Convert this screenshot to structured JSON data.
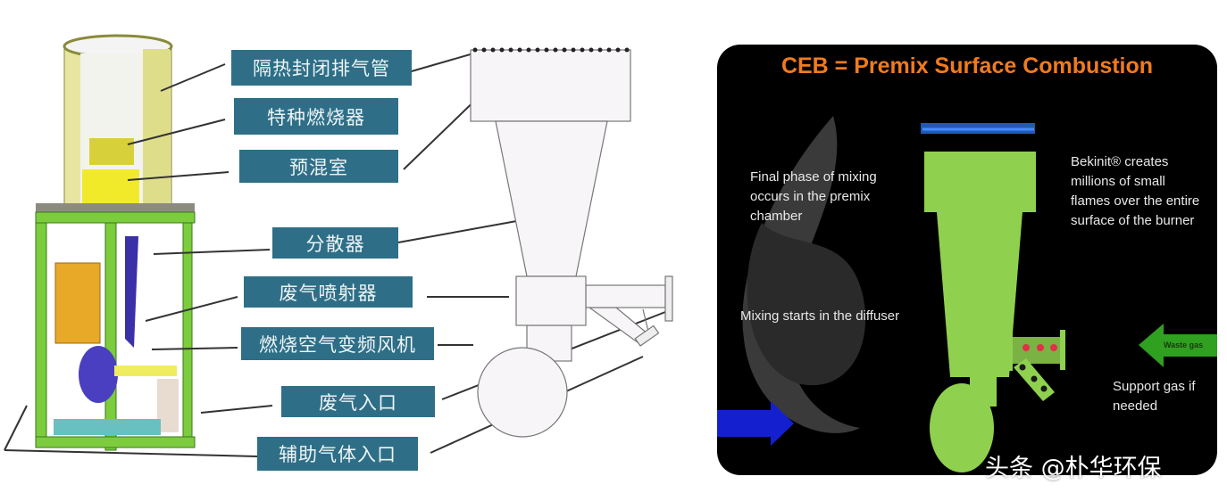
{
  "labels": [
    "隔热封闭排气管",
    "特种燃烧器",
    "预混室",
    "分散器",
    "废气喷射器",
    "燃烧空气变频风机",
    "废气入口",
    "辅助气体入口"
  ],
  "panel": {
    "title": "CEB = Premix Surface Combustion",
    "text_premix": "Final phase of mixing occurs in the premix chamber",
    "text_bekinit": "Bekinit® creates millions of small flames over the entire surface of the burner",
    "text_diffuser": "Mixing starts in the diffuser",
    "text_support": "Support gas if needed",
    "waste_gas_arrow": "Waste gas",
    "burner_color": "#8fd14f",
    "title_color": "#f07b1e"
  },
  "watermark": "头条 @朴华环保"
}
